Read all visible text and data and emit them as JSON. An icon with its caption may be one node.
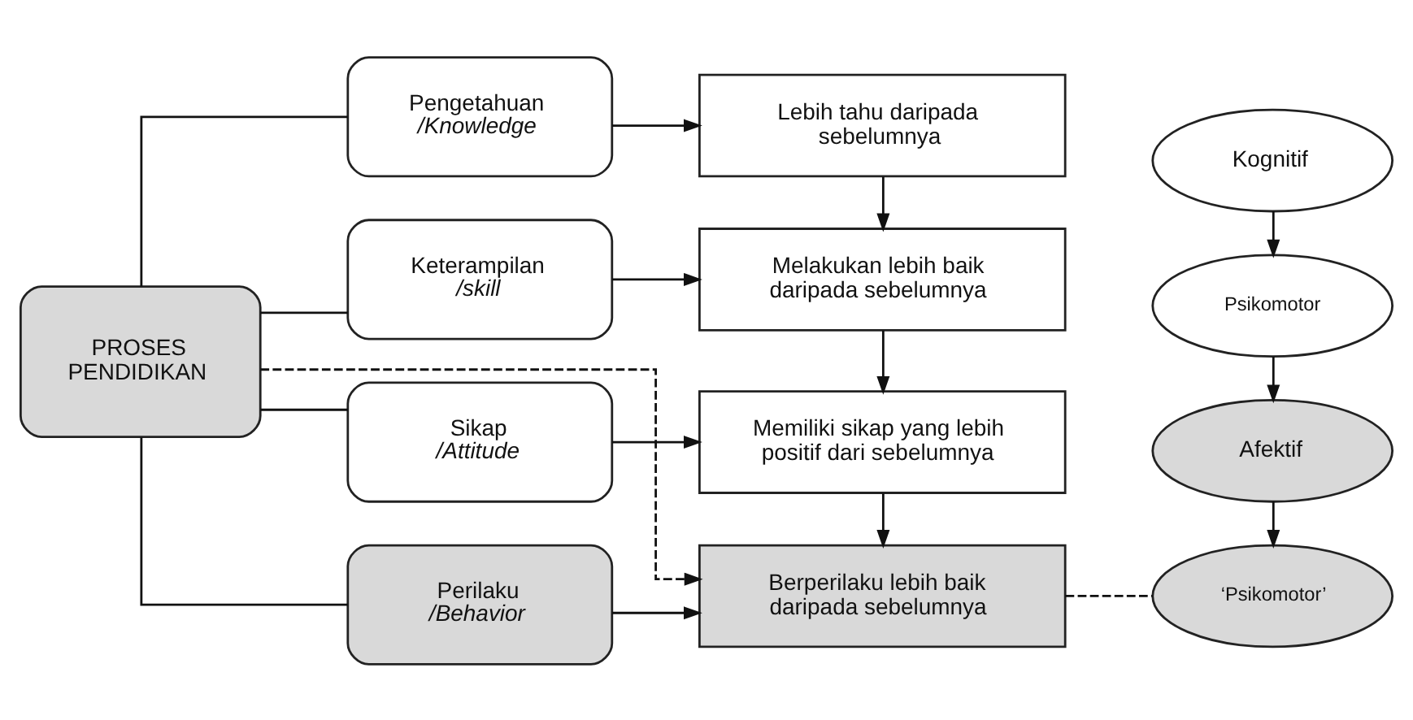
{
  "diagram": {
    "nodes": [
      {
        "text": [
          "PROSES PENDIDIKAN"
        ]
      },
      {
        "text": [
          "Pengetahuan",
          "/Knowledge"
        ]
      },
      {
        "text": [
          "Keterampilan",
          "/skill"
        ]
      },
      {
        "text": [
          "Sikap",
          "/Attitude"
        ]
      },
      {
        "text": [
          "Perilaku",
          "/Behavior"
        ]
      },
      {
        "text": [
          "Lebih tahu daripada sebelumnya"
        ]
      },
      {
        "text": [
          "Melakukan lebih baik daripada sebelumnya"
        ]
      },
      {
        "text": [
          "Memiliki sikap yang lebih positif dari sebelumnya"
        ]
      },
      {
        "text": [
          "Berperilaku lebih baik daripada sebelumnya"
        ]
      },
      {
        "text": [
          "Kognitif"
        ]
      },
      {
        "text": [
          "Psikomotor"
        ]
      },
      {
        "text": [
          "Afektif"
        ]
      },
      {
        "text": [
          "‘Psikomotor’"
        ]
      }
    ],
    "edges": [
      {
        "from": 0,
        "to": 1,
        "arrow": "none"
      },
      {
        "from": 0,
        "to": 2,
        "arrow": "none"
      },
      {
        "from": 0,
        "to": 3,
        "arrow": "none"
      },
      {
        "from": 0,
        "to": 4,
        "arrow": "none"
      },
      {
        "from": 1,
        "to": 5,
        "arrow": "to"
      },
      {
        "from": 2,
        "to": 6,
        "arrow": "to"
      },
      {
        "from": 3,
        "to": 7,
        "arrow": "to"
      },
      {
        "from": 4,
        "to": 8,
        "arrow": "to"
      },
      {
        "from": 5,
        "to": 6,
        "arrow": "to"
      },
      {
        "from": 6,
        "to": 7,
        "arrow": "to"
      },
      {
        "from": 7,
        "to": 8,
        "arrow": "to"
      },
      {
        "from": 9,
        "to": 10,
        "arrow": "to"
      },
      {
        "from": 10,
        "to": 11,
        "arrow": "to"
      },
      {
        "from": 11,
        "to": 12,
        "arrow": "to"
      },
      {
        "from": 0,
        "to": 8,
        "arrow": "to",
        "style": "dashed"
      },
      {
        "from": 8,
        "to": 12,
        "arrow": "none",
        "style": "dashed"
      }
    ]
  }
}
